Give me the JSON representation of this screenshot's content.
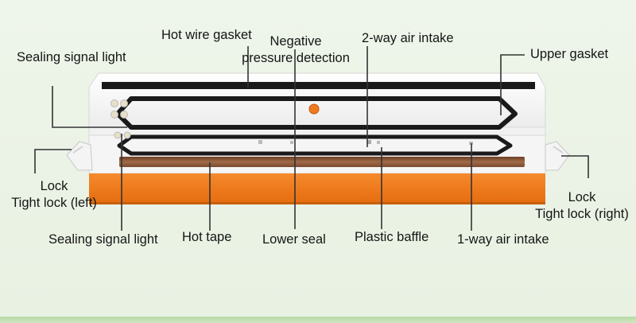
{
  "labels": {
    "hot_wire_gasket": "Hot wire gasket",
    "negative_pressure_line1": "Negative",
    "negative_pressure_line2": "pressure detection",
    "two_way_air_intake": "2-way air intake",
    "upper_gasket": "Upper gasket",
    "sealing_signal_light_top": "Sealing signal light",
    "lock_left_line1": "Lock",
    "lock_left_line2": "Tight lock (left)",
    "lock_right_line1": "Lock",
    "lock_right_line2": "Tight lock (right)",
    "sealing_signal_light_bottom": "Sealing signal light",
    "hot_tape": "Hot tape",
    "lower_seal": "Lower seal",
    "plastic_baffle": "Plastic baffle",
    "one_way_air_intake": "1-way air intake"
  },
  "colors": {
    "background": "#eaf3e5",
    "body_white": "#f7f7f7",
    "orange_base": "#f07a1e",
    "gasket_black": "#1a1a1a",
    "hot_tape_brown": "#8b5a3c",
    "leader_line": "#3a3a3a",
    "floor_green": "#bcdcab"
  }
}
